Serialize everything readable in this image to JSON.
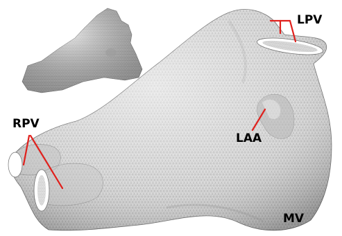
{
  "labels": {
    "lpv": "LPV",
    "rpv": "RPV",
    "laa": "LAA",
    "mv": "MV"
  },
  "colors": {
    "mesh_fill": "#dcdcdc",
    "mesh_lines": "#8c8c8c",
    "leader_lines": "#e0201c",
    "label_text": "#000000",
    "background": "#ffffff"
  }
}
